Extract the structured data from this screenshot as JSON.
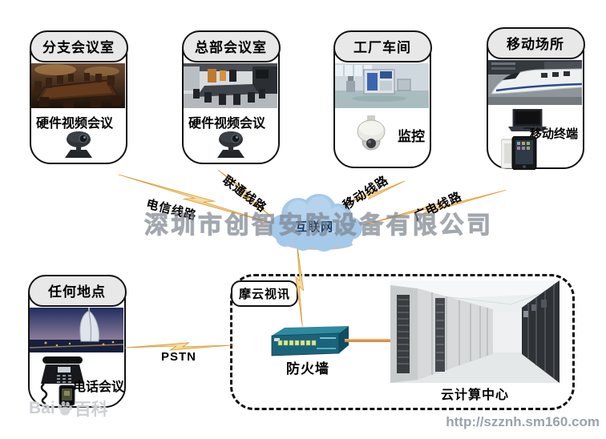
{
  "company_watermark": "深圳市创智安防设备有限公司",
  "baidu_watermark": {
    "prefix": "Bai",
    "suffix": "百科"
  },
  "site_url": "http://szznh.sm160.com",
  "cloud": {
    "label": "互联网"
  },
  "nodes": {
    "branch": {
      "title": "分支会议室",
      "caption": "硬件视频会议",
      "icon": "ptz-camera-icon"
    },
    "hq": {
      "title": "总部会议室",
      "caption": "硬件视频会议",
      "icon": "ptz-camera-icon"
    },
    "factory": {
      "title": "工厂车间",
      "caption": "监控",
      "icon": "dome-camera-icon"
    },
    "mobile": {
      "title": "移动场所",
      "caption": "移动终端",
      "icon": "laptop-and-tablet-icons"
    },
    "anywhere": {
      "title": "任何地点",
      "caption": "电话会议",
      "icon": "telephone-icon"
    }
  },
  "links": {
    "telecom": "电信线路",
    "unicom": "联通线路",
    "mobile": "移动线路",
    "broadcast": "广电线路",
    "pstn": "PSTN"
  },
  "datacenter": {
    "badge": "摩云视讯",
    "firewall": "防火墙",
    "cloud_center": "云计算中心"
  },
  "colors": {
    "bolt_gold": "#edb045",
    "cloud_blue": "#a5c9e9",
    "box_border": "#111111",
    "header_gray": "#e8e8e8",
    "watermark_gray": "#7d848e",
    "connector_orange": "#d98e3a"
  }
}
